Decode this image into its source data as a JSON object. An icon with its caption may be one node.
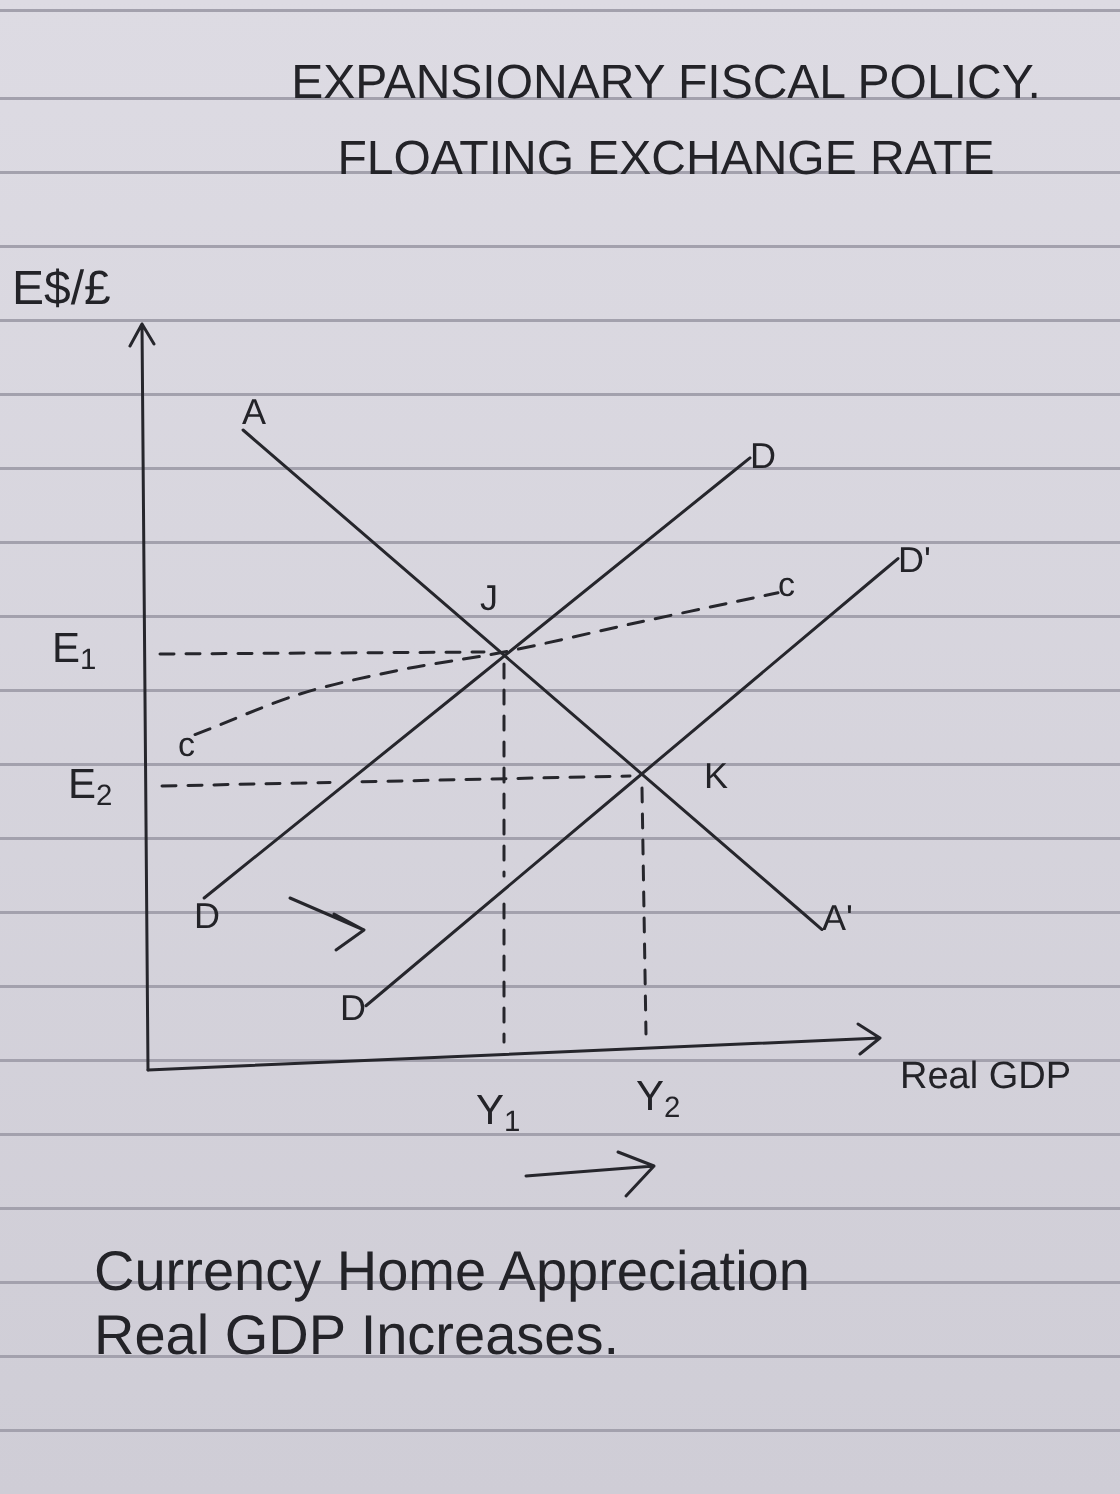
{
  "diagram": {
    "title": "EXPANSIONARY FISCAL POLICY. FLOATING EXCHANGE RATE",
    "caption": "Currency Home Appreciation Real GDP Increases.",
    "nodes": [
      {
        "text": [
          "A"
        ]
      },
      {
        "text": [
          "D"
        ]
      },
      {
        "text": [
          "D'"
        ]
      },
      {
        "text": [
          "c"
        ]
      },
      {
        "text": [
          "c"
        ]
      },
      {
        "text": [
          "D"
        ]
      },
      {
        "text": [
          "A'"
        ]
      },
      {
        "text": [
          "D"
        ]
      }
    ],
    "edges": [
      {
        "from": 0,
        "to": 6,
        "arrow": "none"
      },
      {
        "from": 5,
        "to": 1,
        "arrow": "none"
      },
      {
        "from": 7,
        "to": 2,
        "arrow": "none"
      },
      {
        "from": 4,
        "to": 3,
        "arrow": "none",
        "style": "dashed"
      }
    ],
    "labels": [
      "E$/£",
      "J",
      "E$_{1}$",
      "K",
      "E$_{2}$",
      "Y$_{1}$",
      "Y$_{2}$",
      "Real GDP"
    ]
  }
}
